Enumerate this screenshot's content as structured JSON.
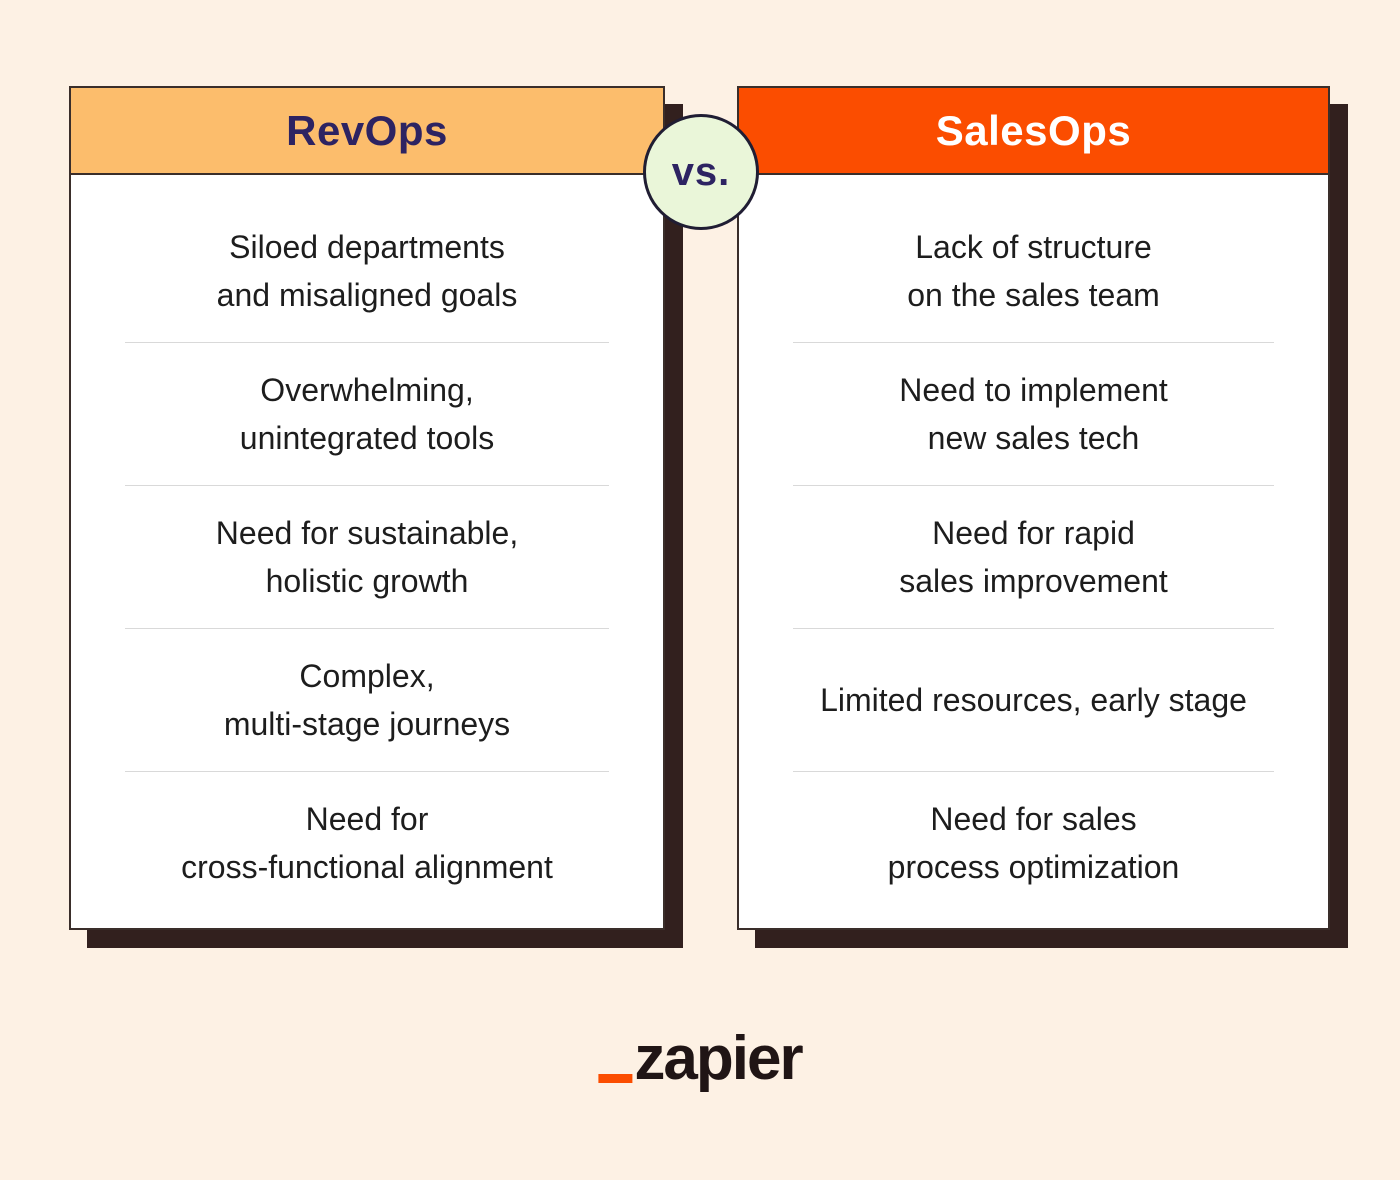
{
  "colors": {
    "page_bg": "#fdf1e4",
    "card_border": "#3a2e2a",
    "card_shadow": "#32201e",
    "left_header_bg": "#fcbd6c",
    "left_header_text": "#2d2362",
    "right_header_bg": "#fb4d00",
    "right_header_text": "#ffffff",
    "body_text": "#1d1d1d",
    "divider": "#d9d9d9",
    "badge_bg": "#eaf6d9",
    "badge_border": "#201d33",
    "badge_text": "#2d2362",
    "logo_text": "#201515",
    "logo_accent": "#fb4d00"
  },
  "vs_badge": {
    "label": "vs."
  },
  "cards": [
    {
      "title": "RevOps",
      "items": [
        "Siloed departments\nand misaligned goals",
        "Overwhelming,\nunintegrated tools",
        "Need for sustainable,\nholistic growth",
        "Complex,\nmulti-stage journeys",
        "Need for\ncross-functional alignment"
      ]
    },
    {
      "title": "SalesOps",
      "items": [
        "Lack of structure\non the sales team",
        "Need to implement\nnew sales tech",
        "Need for rapid\nsales improvement",
        "Limited resources, early stage",
        "Need for sales\nprocess optimization"
      ]
    }
  ],
  "footer": {
    "logo_word": "zapier"
  }
}
